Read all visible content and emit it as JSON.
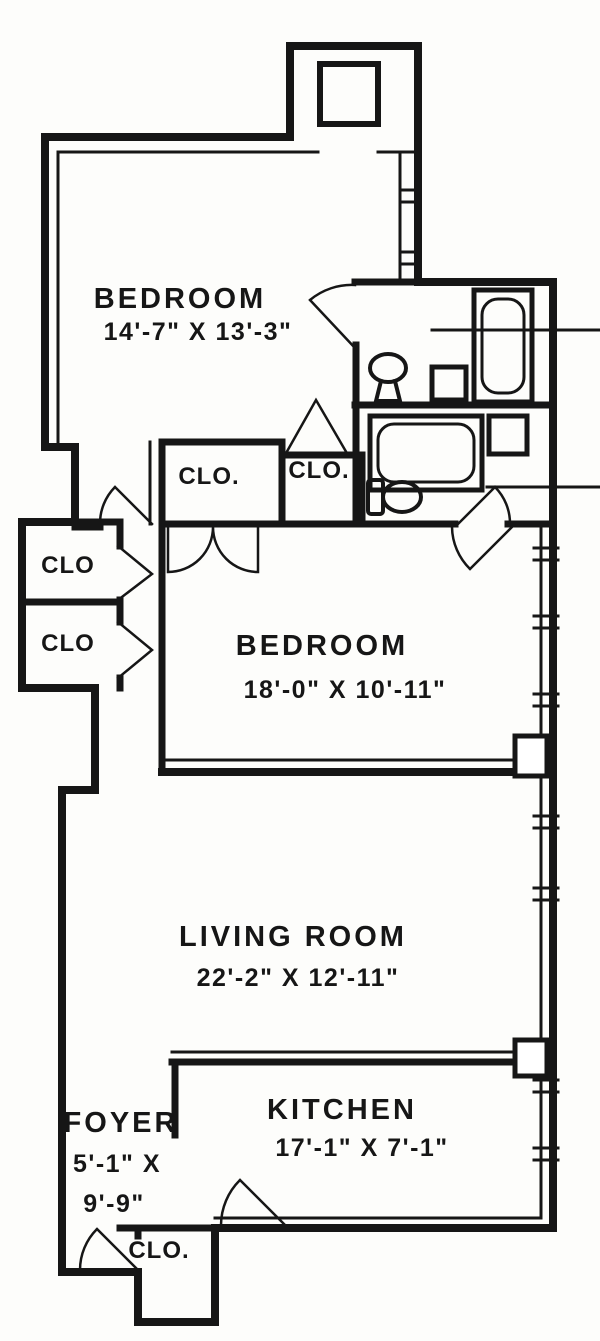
{
  "colors": {
    "line": "#161616",
    "background": "#fdfdfb"
  },
  "rooms": {
    "bedroom1": {
      "label": "BEDROOM",
      "dims": "14'-7\" X 13'-3\""
    },
    "bedroom2": {
      "label": "BEDROOM",
      "dims": "18'-0\" X 10'-11\""
    },
    "living_room": {
      "label": "LIVING ROOM",
      "dims": "22'-2\" X 12'-11\""
    },
    "kitchen": {
      "label": "KITCHEN",
      "dims": "17'-1\" X 7'-1\""
    },
    "foyer": {
      "label": "FOYER",
      "dims_line1": "5'-1\" X",
      "dims_line2": "9'-9\""
    }
  },
  "closets": {
    "hall_closet_1": "CLO.",
    "hall_closet_2": "CLO.",
    "left_closet_1": "CLO",
    "left_closet_2": "CLO",
    "foyer_closet": "CLO."
  },
  "fixtures": [
    "bathtub",
    "bathtub",
    "pedestal-sink",
    "toilet",
    "vanity",
    "vanity"
  ]
}
